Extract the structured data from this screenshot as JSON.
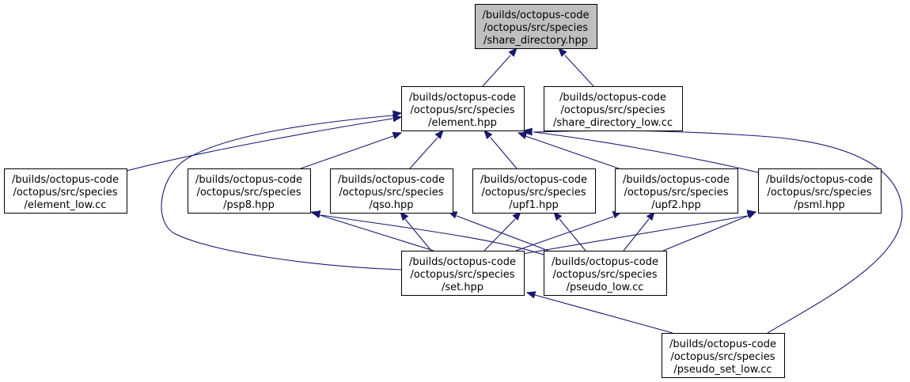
{
  "nodes": [
    {
      "id": "share_directory_hpp",
      "lines": [
        "/builds/octopus-code",
        "/octopus/src/species",
        "/share_directory.hpp"
      ],
      "root": true
    },
    {
      "id": "element_hpp",
      "lines": [
        "/builds/octopus-code",
        "/octopus/src/species",
        "/element.hpp"
      ]
    },
    {
      "id": "share_directory_low_cc",
      "lines": [
        "/builds/octopus-code",
        "/octopus/src/species",
        "/share_directory_low.cc"
      ]
    },
    {
      "id": "element_low_cc",
      "lines": [
        "/builds/octopus-code",
        "/octopus/src/species",
        "/element_low.cc"
      ]
    },
    {
      "id": "psp8_hpp",
      "lines": [
        "/builds/octopus-code",
        "/octopus/src/species",
        "/psp8.hpp"
      ]
    },
    {
      "id": "qso_hpp",
      "lines": [
        "/builds/octopus-code",
        "/octopus/src/species",
        "/qso.hpp"
      ]
    },
    {
      "id": "upf1_hpp",
      "lines": [
        "/builds/octopus-code",
        "/octopus/src/species",
        "/upf1.hpp"
      ]
    },
    {
      "id": "upf2_hpp",
      "lines": [
        "/builds/octopus-code",
        "/octopus/src/species",
        "/upf2.hpp"
      ]
    },
    {
      "id": "psml_hpp",
      "lines": [
        "/builds/octopus-code",
        "/octopus/src/species",
        "/psml.hpp"
      ]
    },
    {
      "id": "set_hpp",
      "lines": [
        "/builds/octopus-code",
        "/octopus/src/species",
        "/set.hpp"
      ]
    },
    {
      "id": "pseudo_low_cc",
      "lines": [
        "/builds/octopus-code",
        "/octopus/src/species",
        "/pseudo_low.cc"
      ]
    },
    {
      "id": "pseudo_set_low_cc",
      "lines": [
        "/builds/octopus-code",
        "/octopus/src/species",
        "/pseudo_set_low.cc"
      ]
    }
  ],
  "edges": [
    {
      "from": "element_hpp",
      "to": "share_directory_hpp"
    },
    {
      "from": "share_directory_low_cc",
      "to": "share_directory_hpp"
    },
    {
      "from": "element_low_cc",
      "to": "element_hpp"
    },
    {
      "from": "psp8_hpp",
      "to": "element_hpp"
    },
    {
      "from": "qso_hpp",
      "to": "element_hpp"
    },
    {
      "from": "upf1_hpp",
      "to": "element_hpp"
    },
    {
      "from": "upf2_hpp",
      "to": "element_hpp"
    },
    {
      "from": "psml_hpp",
      "to": "element_hpp"
    },
    {
      "from": "set_hpp",
      "to": "element_hpp"
    },
    {
      "from": "pseudo_set_low_cc",
      "to": "element_hpp"
    },
    {
      "from": "set_hpp",
      "to": "psp8_hpp"
    },
    {
      "from": "pseudo_low_cc",
      "to": "psp8_hpp"
    },
    {
      "from": "set_hpp",
      "to": "qso_hpp"
    },
    {
      "from": "pseudo_low_cc",
      "to": "qso_hpp"
    },
    {
      "from": "set_hpp",
      "to": "upf1_hpp"
    },
    {
      "from": "pseudo_low_cc",
      "to": "upf1_hpp"
    },
    {
      "from": "set_hpp",
      "to": "upf2_hpp"
    },
    {
      "from": "pseudo_low_cc",
      "to": "upf2_hpp"
    },
    {
      "from": "set_hpp",
      "to": "psml_hpp"
    },
    {
      "from": "pseudo_low_cc",
      "to": "psml_hpp"
    },
    {
      "from": "pseudo_set_low_cc",
      "to": "set_hpp"
    }
  ],
  "colors": {
    "edge": "#191970",
    "root_fill": "#bfbfbf",
    "node_fill": "#ffffff",
    "node_border": "#000000"
  }
}
